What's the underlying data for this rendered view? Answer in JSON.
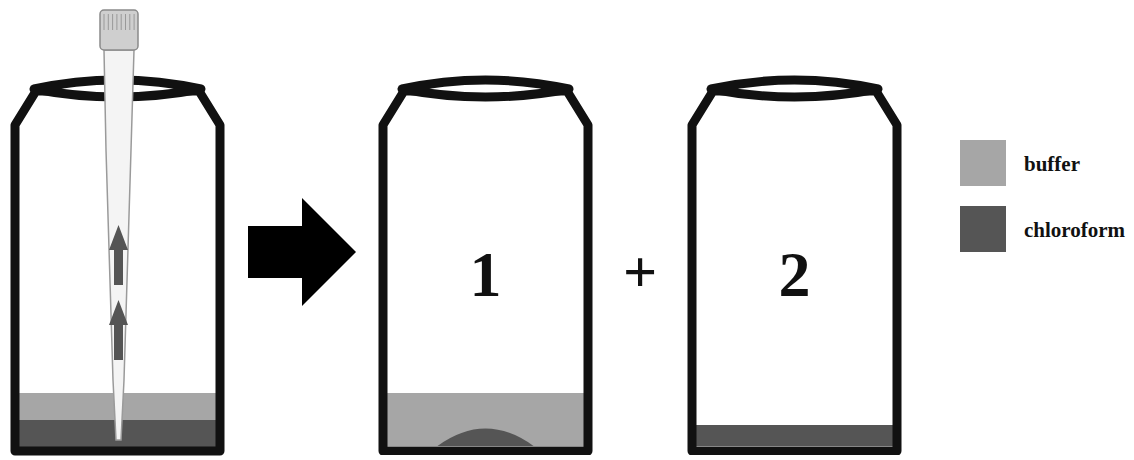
{
  "diagram": {
    "nodes": [
      {
        "text": [
          "1"
        ]
      },
      {
        "text": [
          "2"
        ]
      }
    ],
    "labels": [
      "+"
    ],
    "legend": [
      {
        "text": "buffer",
        "color": "#a6a6a6"
      },
      {
        "text": "chloroform",
        "color": "#555555"
      }
    ]
  }
}
